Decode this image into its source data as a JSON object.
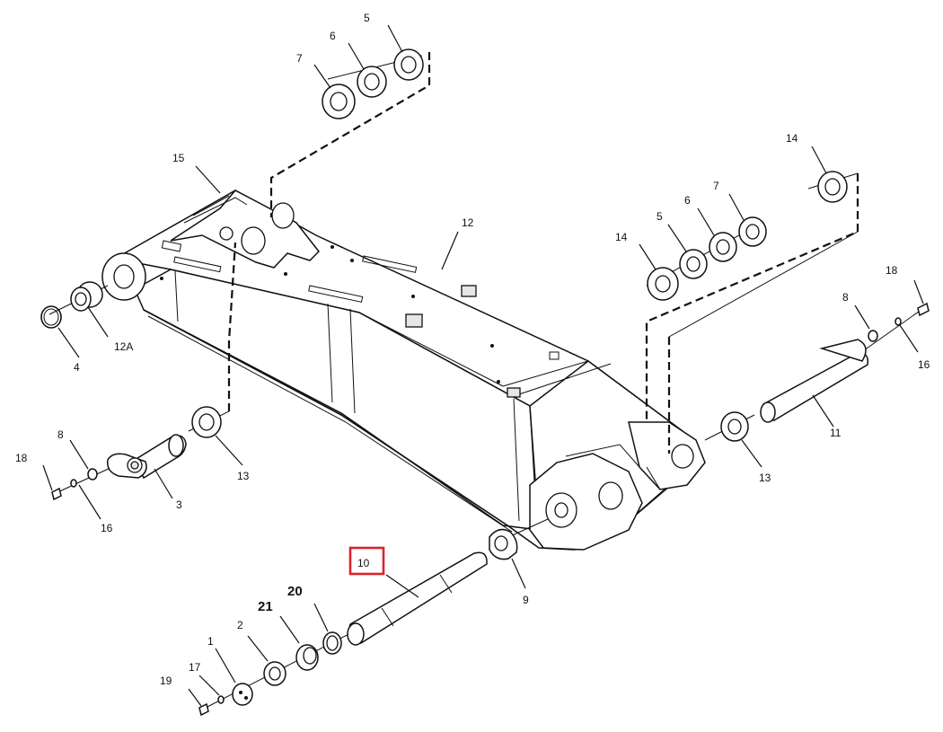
{
  "callouts": {
    "c1": "1",
    "c2": "2",
    "c3": "3",
    "c4": "4",
    "c5a": "5",
    "c5b": "5",
    "c6a": "6",
    "c6b": "6",
    "c7a": "7",
    "c7b": "7",
    "c8a": "8",
    "c8b": "8",
    "c9": "9",
    "c10": "10",
    "c11": "11",
    "c12": "12",
    "c12a": "12A",
    "c13a": "13",
    "c13b": "13",
    "c14a": "14",
    "c14b": "14",
    "c15": "15",
    "c16a": "16",
    "c16b": "16",
    "c17": "17",
    "c18a": "18",
    "c18b": "18",
    "c19": "19",
    "c20": "20",
    "c21": "21"
  },
  "highlight": {
    "callout": "10",
    "color": "#d9232d"
  }
}
